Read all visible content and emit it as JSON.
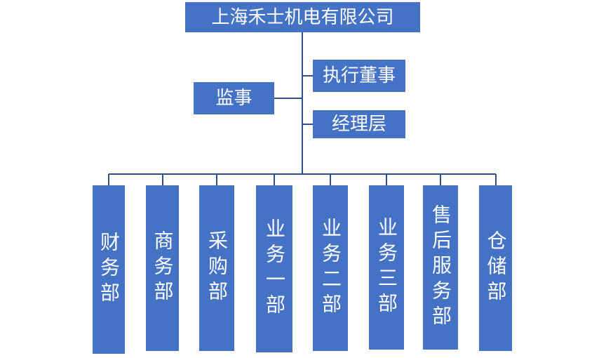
{
  "org_chart": {
    "top": {
      "company": "上海禾士机电有限公司"
    },
    "middle": {
      "supervisor": "监事",
      "executive_director": "执行董事",
      "management": "经理层"
    },
    "departments": [
      "财务部",
      "商务部",
      "采购部",
      "业务一部",
      "业务二部",
      "业务三部",
      "售后服务部",
      "仓储部"
    ],
    "colors": {
      "box_fill": "#4472c4",
      "connector": "#2f4f8f",
      "text": "#ffffff",
      "background": "#ffffff"
    }
  }
}
